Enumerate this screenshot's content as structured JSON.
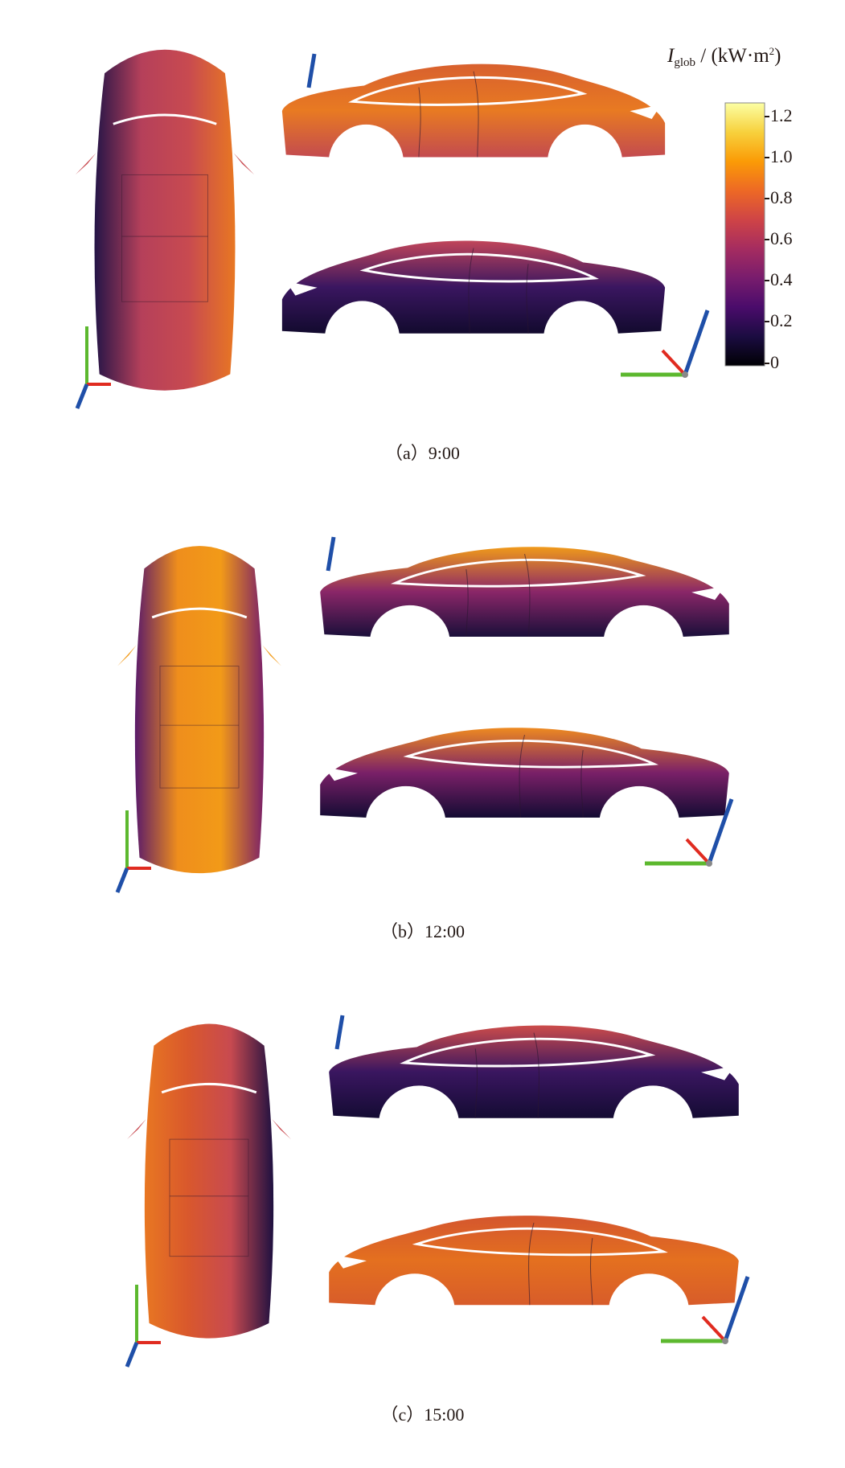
{
  "colorbar": {
    "symbol": "I",
    "subscript": "glob",
    "unit_prefix": " / (kW·m",
    "unit_sup": "2",
    "unit_suffix": ")",
    "ticks": [
      "1.2",
      "1.0",
      "0.8",
      "0.6",
      "0.4",
      "0.2",
      "0"
    ],
    "range": [
      0,
      1.3
    ],
    "colormap": [
      "#000004",
      "#1b0c41",
      "#4a0c6b",
      "#781c6d",
      "#a52c60",
      "#cf4446",
      "#ed6925",
      "#fb9b06",
      "#f7d13d",
      "#fcffa4"
    ]
  },
  "panels": [
    {
      "caption": "（a）9:00",
      "top": [
        "#241447",
        "#b5405a",
        "#c84a50",
        "#e87722"
      ],
      "side1": [
        "#d8602e",
        "#e87a22",
        "#c34b4f"
      ],
      "side2": [
        "#c0455a",
        "#3a1660",
        "#120a2e"
      ]
    },
    {
      "caption": "（b）12:00",
      "top": [
        "#5a1a6a",
        "#ef8e1c",
        "#f29a18",
        "#7a2068"
      ],
      "side1": [
        "#f09a1a",
        "#8a2668",
        "#1a0f3a"
      ],
      "side2": [
        "#ee8a20",
        "#7a2068",
        "#140b33"
      ]
    },
    {
      "caption": "（c）15:00",
      "top": [
        "#e87722",
        "#d9582c",
        "#c84a50",
        "#1e1040"
      ],
      "side1": [
        "#cc4c4a",
        "#3a1660",
        "#140b33"
      ],
      "side2": [
        "#d4562e",
        "#e4701f",
        "#d85c2a"
      ]
    }
  ]
}
